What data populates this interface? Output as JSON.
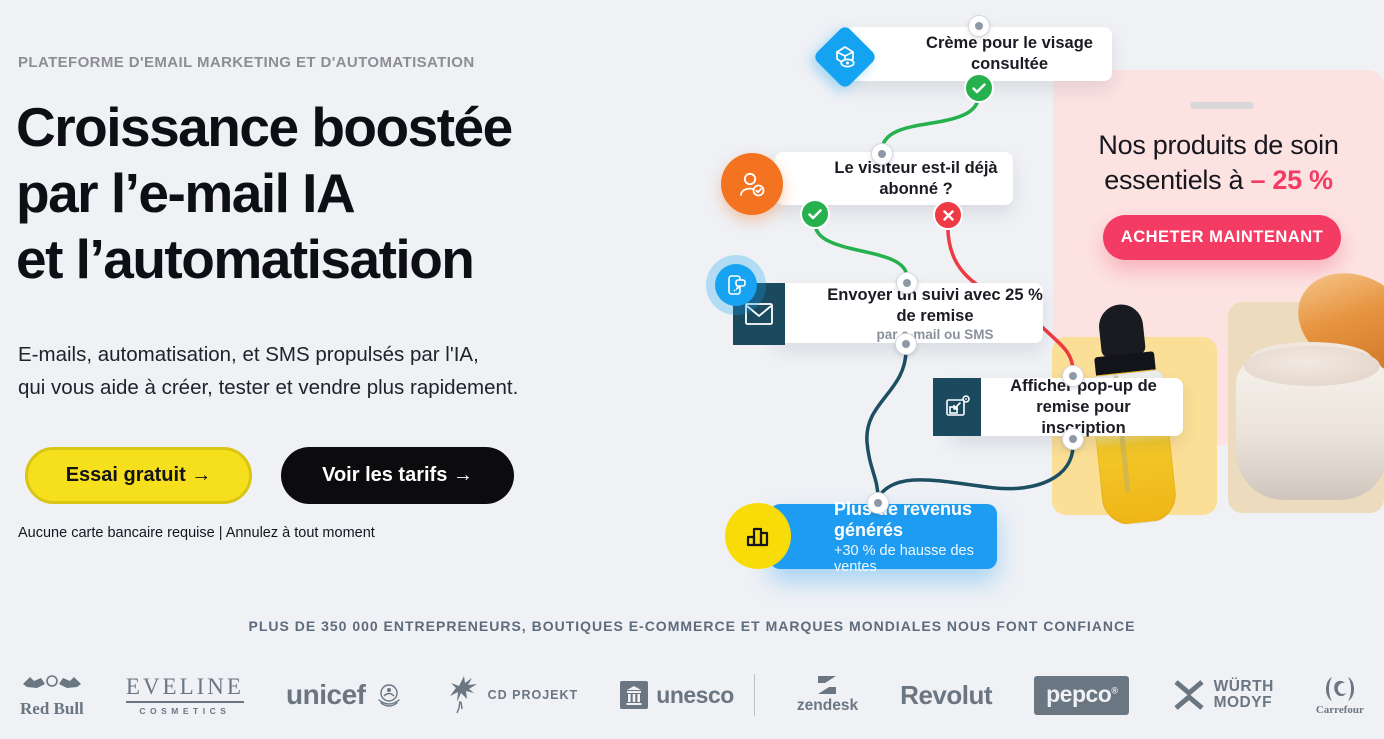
{
  "hero": {
    "eyebrow": "PLATEFORME D'EMAIL MARKETING ET D'AUTOMATISATION",
    "title": "Croissance boostée\npar l’e-mail IA\net l’automatisation",
    "subtitle": "E-mails, automatisation, et SMS propulsés par l'IA,\nqui vous aide à créer, tester et vendre plus rapidement.",
    "cta_primary": "Essai gratuit →",
    "cta_secondary": "Voir les tarifs →",
    "note": "Aucune carte bancaire requise | Annulez à tout moment"
  },
  "workflow": {
    "trigger_label": "Crème pour le visage consultée",
    "condition_label": "Le visiteur est-il déjà abonné ?",
    "email_label": "Envoyer un suivi avec 25 % de remise",
    "email_sublabel": "par e-mail ou SMS",
    "popup_label": "Afficher pop-up de remise pour inscription",
    "result_label": "Plus de revenus générés",
    "result_sublabel": "+30 % de hausse des ventes",
    "colors": {
      "trigger_blue": "#14a3f0",
      "condition_orange": "#f37321",
      "action_teal": "#1b4a5f",
      "result_blue": "#1e9cf1",
      "success_green": "#27b14e",
      "failure_red": "#ee3a42",
      "wire_teal": "#1d4f63",
      "chart_yellow": "#f8dc07"
    }
  },
  "promo": {
    "title_line1": "Nos produits de soin",
    "title_prefix": "essentiels à ",
    "discount": "– 25 %",
    "button": "ACHETER MAINTENANT",
    "panel_pink": "#fce3e2",
    "accent_pink": "#f43b63"
  },
  "trust": {
    "heading": "PLUS DE 350 000 ENTREPRENEURS, BOUTIQUES E-COMMERCE ET MARQUES MONDIALES NOUS FONT CONFIANCE",
    "logos": {
      "redbull": "Red Bull",
      "eveline_top": "EVELINE",
      "eveline_bottom": "COSMETICS",
      "unicef": "unicef",
      "cdprojekt": "CD PROJEKT",
      "unesco": "unesco",
      "zendesk": "zendesk",
      "revolut": "Revolut",
      "pepco": "pepco",
      "wurth_line1": "WÜRTH",
      "wurth_line2": "MODYF",
      "carrefour": "Carrefour"
    }
  }
}
